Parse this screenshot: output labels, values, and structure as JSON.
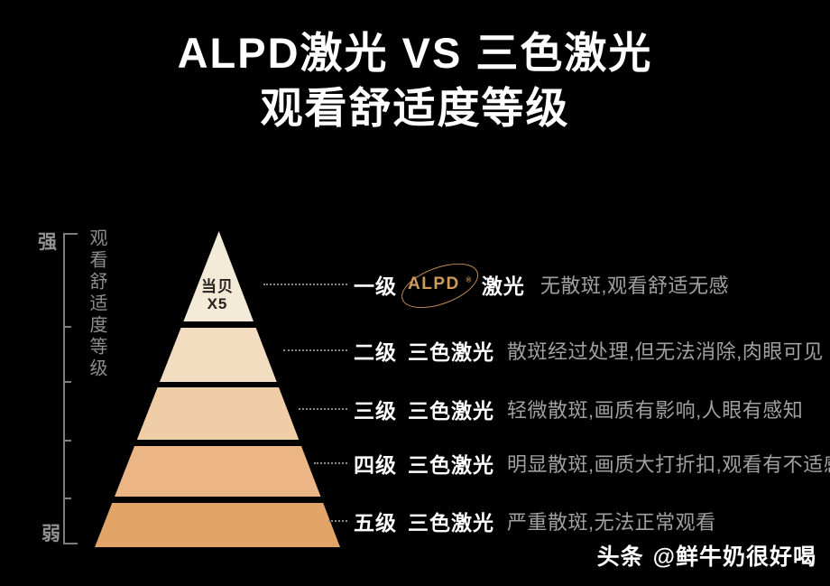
{
  "title": {
    "line1": "ALPD激光 VS 三色激光",
    "line2": "观看舒适度等级"
  },
  "axis": {
    "top_label": "强",
    "bottom_label": "弱",
    "title": "观看舒适度等级"
  },
  "pyramid": {
    "badge": {
      "line1": "当贝",
      "line2": "X5"
    },
    "levels": [
      {
        "rank": 1,
        "color": "#f4ead8"
      },
      {
        "rank": 2,
        "color": "#f3ddc1"
      },
      {
        "rank": 3,
        "color": "#efcda6"
      },
      {
        "rank": 4,
        "color": "#ecb585"
      },
      {
        "rank": 5,
        "color": "#e3a468"
      }
    ]
  },
  "rows": [
    {
      "level": "一级",
      "brand": "ALPD",
      "reg": "®",
      "label": "激光",
      "desc": "无散斑,观看舒适无感"
    },
    {
      "level": "二级",
      "label": "三色激光",
      "desc": "散斑经过处理,但无法消除,肉眼可见"
    },
    {
      "level": "三级",
      "label": "三色激光",
      "desc": "轻微散斑,画质有影响,人眼有感知"
    },
    {
      "level": "四级",
      "label": "三色激光",
      "desc": "明显散斑,画质大打折扣,观看有不适感"
    },
    {
      "level": "五级",
      "label": "三色激光",
      "desc": "严重散斑,无法正常观看"
    }
  ],
  "watermark": {
    "platform": "头条",
    "account": "@鲜牛奶很好喝"
  },
  "colors": {
    "background": "#000000",
    "title_text": "#ffffff",
    "level_label_text": "#ffffff",
    "description_text": "#a0a0a0",
    "axis_gray": "#7d7d7d",
    "alpd_gold": "#cf9a5e",
    "badge_text": "#26211c"
  }
}
